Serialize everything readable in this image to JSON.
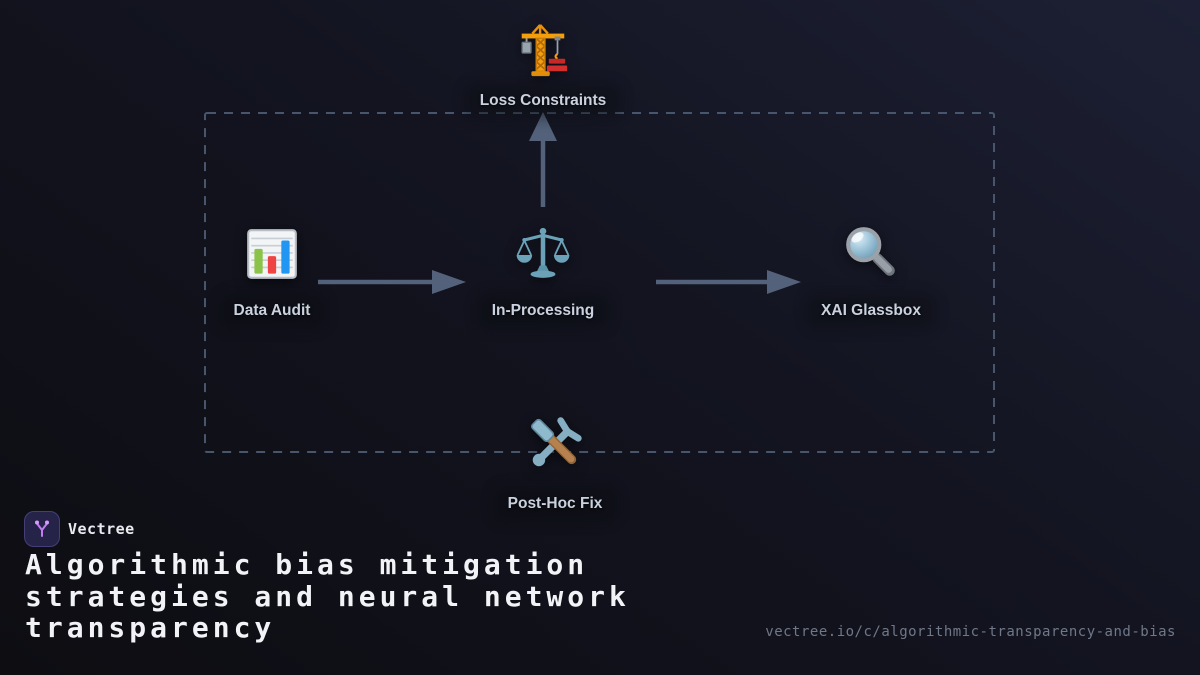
{
  "colors": {
    "bg_top_right": "#1d2034",
    "bg_mid": "#131420",
    "bg_bottom_left": "#0d0d12",
    "border_dashed": "#47566c",
    "arrow": "#53617a",
    "node_label": "#c9d2de",
    "title": "#f2f3f6",
    "url": "#6f7889",
    "brand_text": "#e9ebf1",
    "logo_bg": "#262348",
    "logo_border": "#443f78",
    "logo_glyph": "#c07df2"
  },
  "diagram": {
    "nodes": [
      {
        "id": "loss-constraints",
        "label": "Loss Constraints",
        "icon": "crane-icon"
      },
      {
        "id": "data-audit",
        "label": "Data Audit",
        "icon": "bar-chart-icon"
      },
      {
        "id": "in-processing",
        "label": "In-Processing",
        "icon": "balance-scale-icon"
      },
      {
        "id": "xai-glassbox",
        "label": "XAI Glassbox",
        "icon": "magnifying-glass-icon"
      },
      {
        "id": "post-hoc-fix",
        "label": "Post-Hoc Fix",
        "icon": "hammer-wrench-icon"
      }
    ],
    "edges": [
      {
        "from": "data-audit",
        "to": "in-processing"
      },
      {
        "from": "in-processing",
        "to": "xai-glassbox"
      },
      {
        "from": "in-processing",
        "to": "loss-constraints"
      }
    ]
  },
  "footer": {
    "brand_name": "Vectree",
    "title": "Algorithmic bias mitigation strategies and neural network transparency",
    "url": "vectree.io/c/algorithmic-transparency-and-bias"
  }
}
